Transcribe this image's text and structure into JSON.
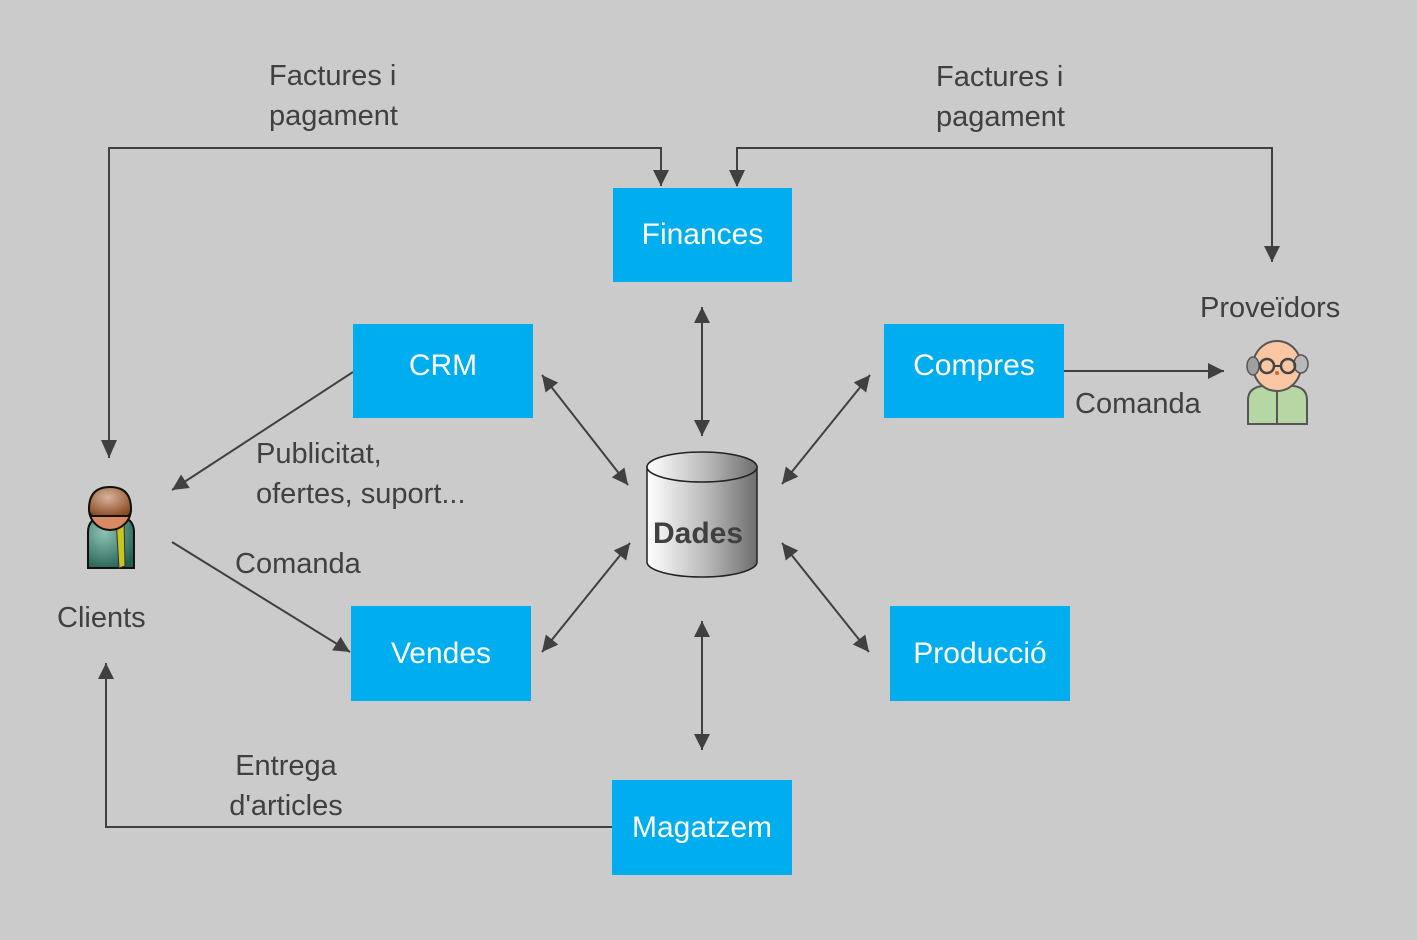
{
  "colors": {
    "background": "#cbcbcb",
    "module_fill": "#00adef",
    "module_text": "#ffffff",
    "label_text": "#404040",
    "arrow": "#404040"
  },
  "modules": {
    "finances": "Finances",
    "crm": "CRM",
    "compres": "Compres",
    "vendes": "Vendes",
    "produccio": "Producció",
    "magatzem": "Magatzem"
  },
  "database": {
    "label": "Dades",
    "icon": "database-cylinder-icon"
  },
  "actors": {
    "clients": {
      "label": "Clients",
      "icon": "client-person-icon"
    },
    "proveidors": {
      "label": "Proveïdors",
      "icon": "supplier-person-icon"
    }
  },
  "flows": {
    "clients_invoices": "Factures i\npagament",
    "suppliers_invoices": "Factures i\npagament",
    "crm_to_clients": "Publicitat,\nofertes, suport...",
    "clients_to_vendes": "Comanda",
    "compres_to_suppliers": "Comanda",
    "magatzem_to_clients": "Entrega\nd'articles"
  }
}
